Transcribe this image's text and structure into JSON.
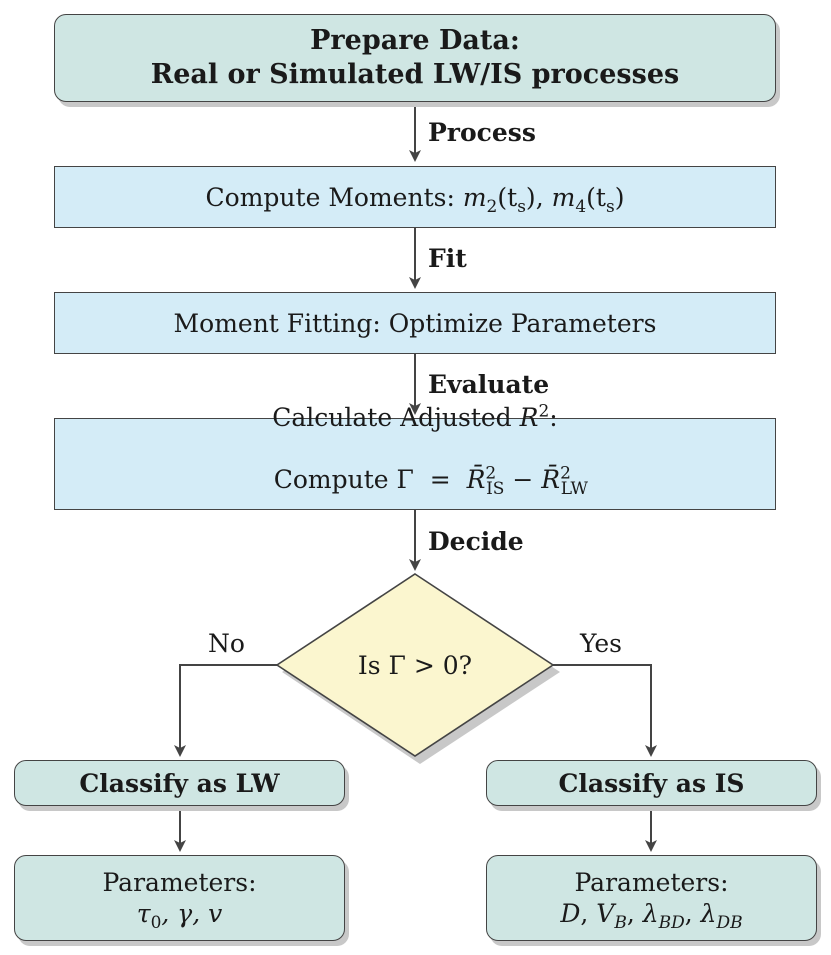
{
  "nodes": {
    "prepare": {
      "line1": "Prepare Data:",
      "line2": "Real or Simulated LW/IS processes"
    },
    "moments": {
      "prefix": "Compute Moments: ",
      "m2": "m",
      "m2_sub": "2",
      "m2_arg": "(t",
      "m2_arg_sub": "s",
      "close": ")",
      "sep": ", ",
      "m4": "m",
      "m4_sub": "4",
      "m4_arg": "(t",
      "m4_arg_sub": "s",
      "close2": ")"
    },
    "fitting": {
      "text": "Moment Fitting: Optimize Parameters"
    },
    "adjusted": {
      "line1_prefix": "Calculate Adjusted ",
      "R": "R",
      "R_sup": "2",
      "colon": ":",
      "line2_prefix": "Compute Γ  =  ",
      "r_is": "R̄",
      "r_is_sup": "2",
      "r_is_sub": "IS",
      "minus": " − ",
      "r_lw": "R̄",
      "r_lw_sup": "2",
      "r_lw_sub": "LW"
    },
    "decision": {
      "text_prefix": "Is Γ ",
      "gt": ">",
      "text_suffix": " 0?"
    },
    "classify_lw": {
      "text": "Classify as LW"
    },
    "classify_is": {
      "text": "Classify as IS"
    },
    "params_lw": {
      "title": "Parameters:",
      "tau": "τ",
      "tau_sub": "0",
      "rest": ", γ, v"
    },
    "params_is": {
      "title": "Parameters:",
      "D": "D",
      "sep1": ", ",
      "V": "V",
      "V_sub": "B",
      "sep2": ", ",
      "l1": "λ",
      "l1_sub": "BD",
      "sep3": ", ",
      "l2": "λ",
      "l2_sub": "DB"
    }
  },
  "edges": {
    "process": "Process",
    "fit": "Fit",
    "evaluate": "Evaluate",
    "decide": "Decide",
    "no": "No",
    "yes": "Yes"
  },
  "colors": {
    "teal_fill": "#cfe6e3",
    "blue_fill": "#d4ecf7",
    "diamond_fill": "#fbf6cf",
    "stroke": "#444444"
  }
}
